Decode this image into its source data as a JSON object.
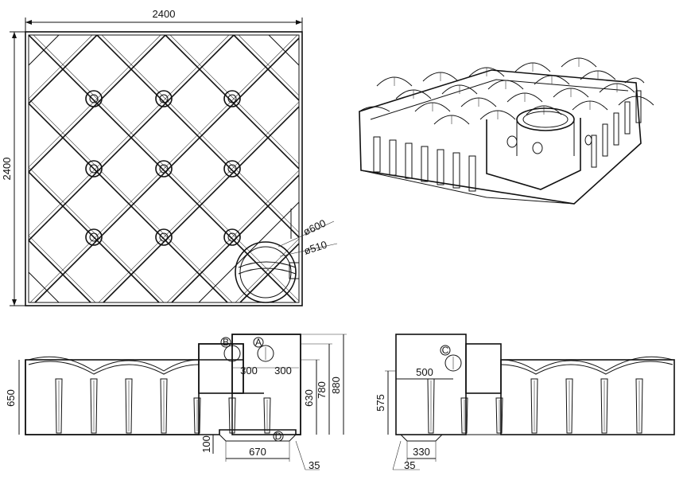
{
  "top_view": {
    "width_label": "2400",
    "height_label": "2400",
    "outer_diameter_label": "ø600",
    "inner_diameter_label": "ø510"
  },
  "side_view_left": {
    "height_650": "650",
    "height_630": "630",
    "height_780": "780",
    "height_880": "880",
    "offset_300_b": "300",
    "offset_300_a": "300",
    "foot_100": "100",
    "foot_670": "670",
    "foot_35": "35",
    "marker_a": "A",
    "marker_b": "B",
    "marker_d": "D"
  },
  "side_view_right": {
    "height_575": "575",
    "offset_500": "500",
    "foot_330": "330",
    "foot_35": "35",
    "marker_c": "C"
  },
  "colors": {
    "line": "#111111",
    "background": "#ffffff"
  }
}
